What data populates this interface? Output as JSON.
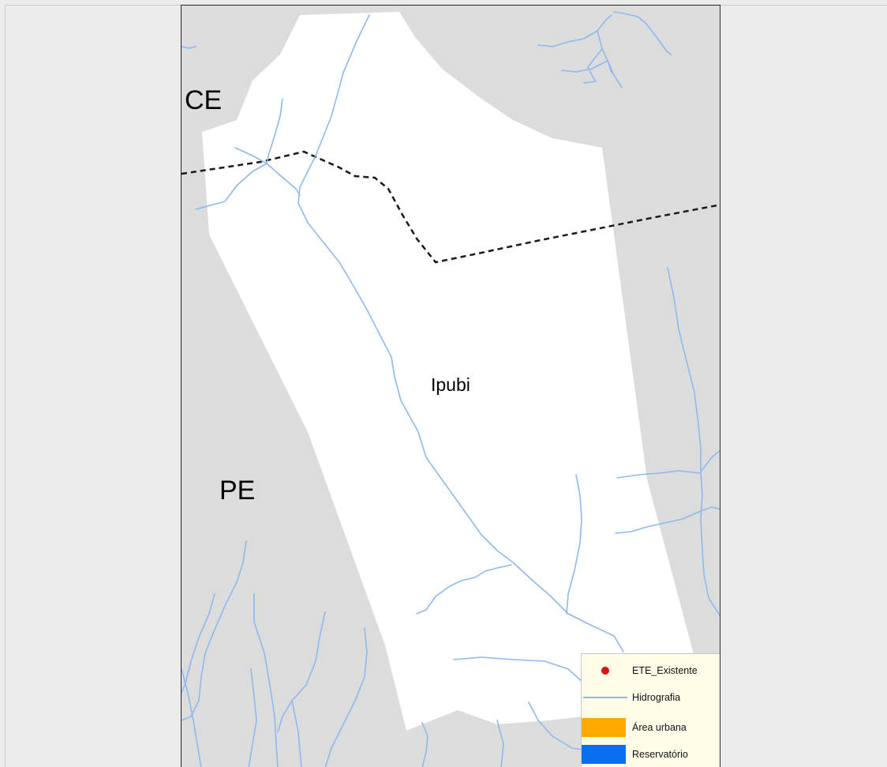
{
  "map": {
    "state_labels": [
      "CE",
      "PE"
    ],
    "municipality_label": "Ipubi",
    "colors": {
      "background": "#dcdcdc",
      "municipality_fill": "#ffffff",
      "rivers": "#8fb8ee",
      "state_border": "#1a1a1a"
    }
  },
  "legend": {
    "items": [
      {
        "label": "ETE_Existente",
        "symbol": "dot",
        "color": "#e01010"
      },
      {
        "label": "Hidrografia",
        "symbol": "line",
        "color": "#8fb8ee"
      },
      {
        "label": "Área urbana",
        "symbol": "rect",
        "color": "#ffa800"
      },
      {
        "label": "Reservatório",
        "symbol": "rect",
        "color": "#0a6ef0"
      }
    ]
  }
}
